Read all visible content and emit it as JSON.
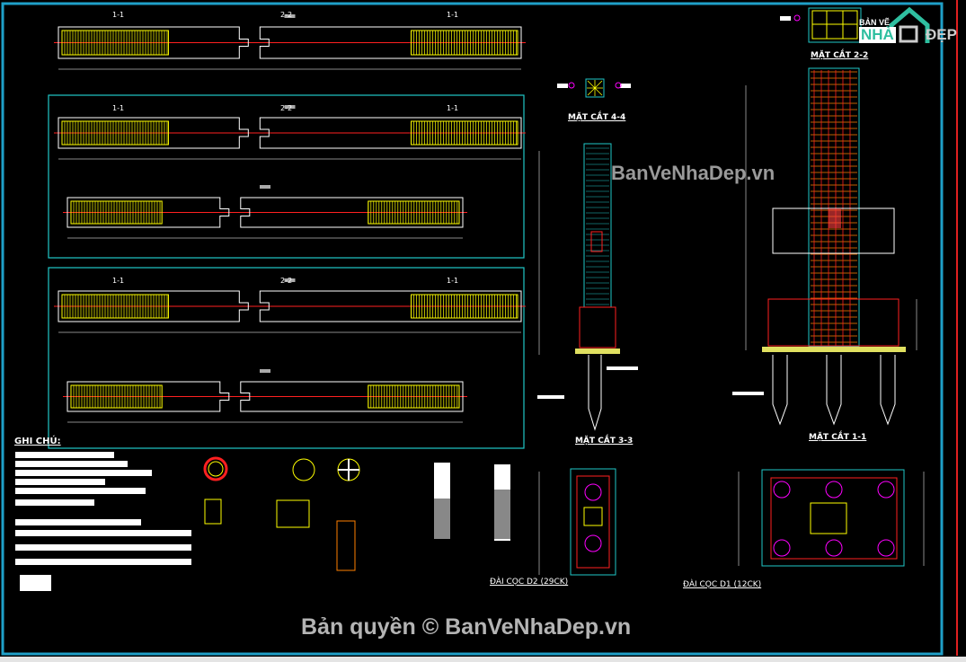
{
  "drawing": {
    "pile_labels": {
      "left": "1-1",
      "middle": "2-2",
      "right": "1-1"
    },
    "sections": {
      "s44": "MẶT CẮT 4-4",
      "s22": "MẶT CẮT 2-2",
      "s33": "MẶT CẮT 3-3",
      "s11": "MẶT CẮT 1-1"
    },
    "notes_title": "GHI CHÚ:",
    "footing_d2": "ĐÀI CỌC D2 (29CK)",
    "footing_d1": "ĐÀI CỌC D1 (12CK)"
  },
  "watermark": {
    "center": "BanVeNhaDep.vn",
    "copyright": "Bản quyền © BanVeNhaDep.vn"
  },
  "logo": {
    "line1": "BẢN VẼ",
    "line2": "NHÀ",
    "line3": "ĐẸP"
  },
  "colors": {
    "frame": "#1fa0c8",
    "rebar": "#ffff00",
    "axis": "#ff2020",
    "box": "#20c8c8",
    "tag": "#ff00ff"
  }
}
